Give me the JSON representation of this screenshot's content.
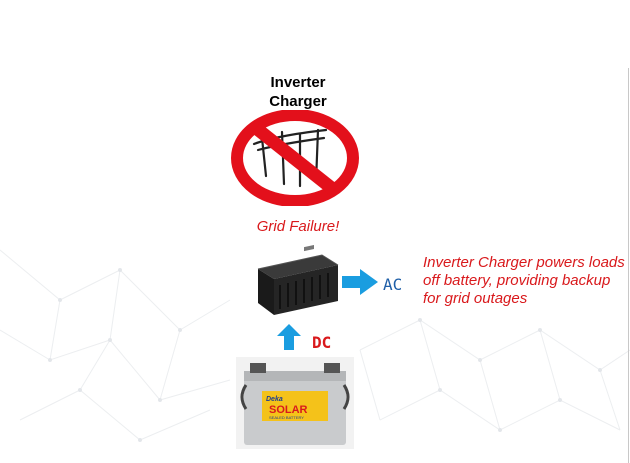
{
  "diagram": {
    "title_line1": "Inverter",
    "title_line2": "Charger",
    "status": "Grid Failure!",
    "output_label": "AC",
    "input_label": "DC",
    "description": "Inverter Charger powers loads off battery, providing backup for grid outages"
  },
  "battery": {
    "brand": "Deka",
    "label": "SOLAR",
    "sublabel": "SEALED BATTERY"
  },
  "colors": {
    "accent_red": "#d9191c",
    "arrow_blue": "#1a9de0",
    "ac_blue": "#1f5fa8"
  },
  "icons": {
    "prohibition": "no-grid-icon",
    "inverter": "inverter-charger-image",
    "battery": "solar-battery-image"
  }
}
